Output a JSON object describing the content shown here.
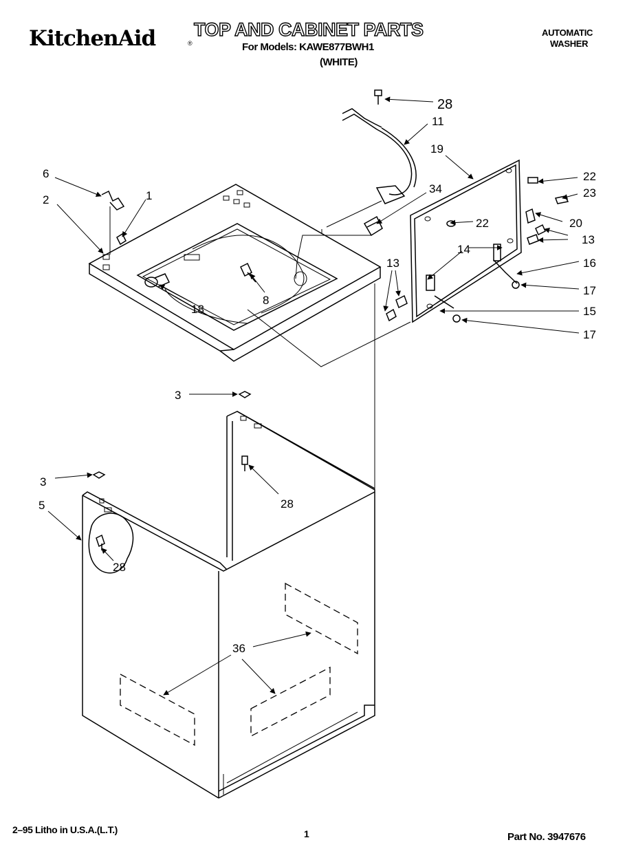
{
  "header": {
    "brand": "KitchenAid",
    "brand_mark": "®",
    "title": "TOP AND CABINET PARTS",
    "models_line": "For Models: KAWE877BWH1",
    "variant": "(WHITE)",
    "machine_type_line1": "AUTOMATIC",
    "machine_type_line2": "WASHER"
  },
  "footer": {
    "print_info": "2–95 Litho in U.S.A.(L.T.)",
    "page_number": "1",
    "part_number": "Part No. 3947676"
  },
  "callouts": {
    "c28_top": "28",
    "c11": "11",
    "c19": "19",
    "c22_a": "22",
    "c23": "23",
    "c6": "6",
    "c1": "1",
    "c2": "2",
    "c34": "34",
    "c22_b": "22",
    "c20": "20",
    "c13_r": "13",
    "c14": "14",
    "c13_l": "13",
    "c16": "16",
    "c17_a": "17",
    "c15": "15",
    "c17_b": "17",
    "c8": "8",
    "c18": "18",
    "c3_a": "3",
    "c28_mid": "28",
    "c3_b": "3",
    "c5": "5",
    "c28_low": "28",
    "c36": "36"
  }
}
